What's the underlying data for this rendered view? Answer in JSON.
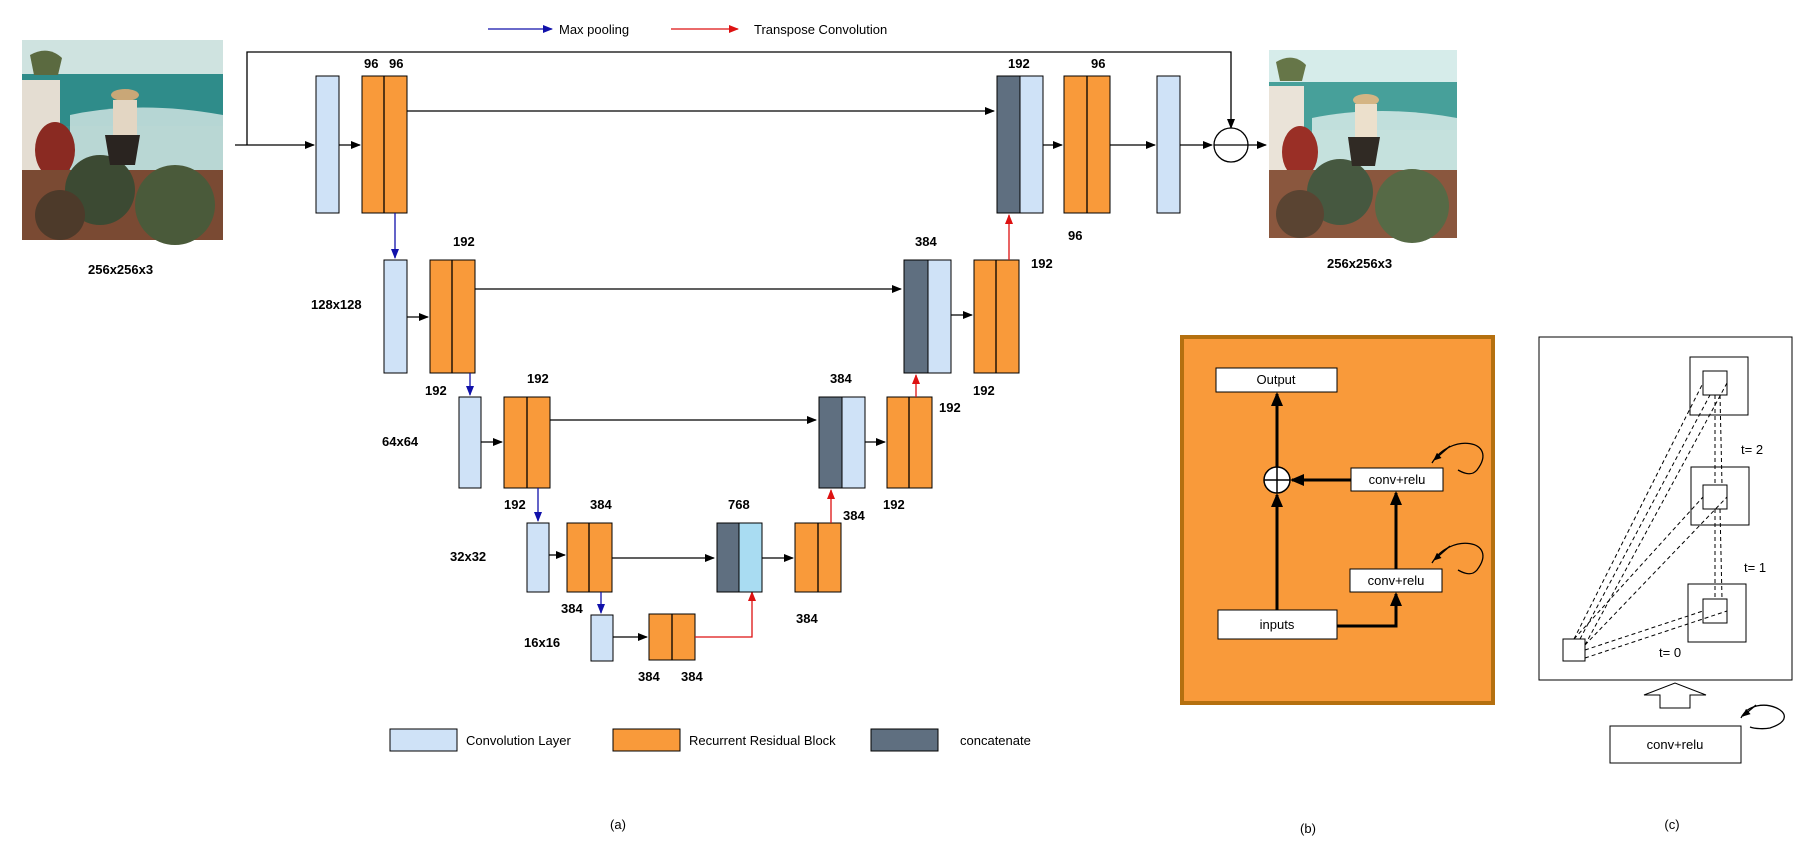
{
  "legend_top": {
    "max_pooling": "Max pooling",
    "transpose_conv": "Transpose Convolution"
  },
  "legend_bottom": {
    "conv_layer": "Convolution Layer",
    "rrb": "Recurrent Residual Block",
    "concat": "concatenate"
  },
  "input_size": "256x256x3",
  "output_size": "256x256x3",
  "level_labels": {
    "l2": "128x128",
    "l3": "64x64",
    "l4": "32x32",
    "l5": "16x16"
  },
  "channels": {
    "enc1_a": "96",
    "enc1_b": "96",
    "enc2_top": "192",
    "enc2_bottom": "192",
    "enc3_top": "192",
    "enc3_bottom": "192",
    "enc4_top": "384",
    "enc4_bottom": "384",
    "bottleneck_a": "384",
    "bottleneck_b": "384",
    "cat5_top": "768",
    "up4_right": "384",
    "up4_bottom": "384",
    "cat4_top": "384",
    "up3_right": "192",
    "up3_bottom": "192",
    "cat3_top": "384",
    "up2_right": "192",
    "up2_bottom": "192",
    "cat2_top": "192",
    "dec1_top": "96",
    "dec1_bottom": "96"
  },
  "panel_b": {
    "output": "Output",
    "conv_relu_top": "conv+relu",
    "conv_relu_bottom": "conv+relu",
    "inputs": "inputs"
  },
  "panel_c": {
    "t2": "t= 2",
    "t1": "t= 1",
    "t0": "t= 0",
    "conv_relu": "conv+relu"
  },
  "captions": {
    "a": "(a)",
    "b": "(b)",
    "c": "(c)"
  },
  "colors": {
    "conv": "#cfe2f7",
    "rrb": "#f99a3a",
    "concat": "#5f6f80",
    "pool_arrow": "#1111aa",
    "transpose_arrow": "#dd1111",
    "panel_b_bg": "#f99a3a",
    "panel_b_border": "#b5700f"
  },
  "images": {
    "input_photo": "woman-on-terrace-photo",
    "output_photo": "woman-on-terrace-photo-restored"
  }
}
